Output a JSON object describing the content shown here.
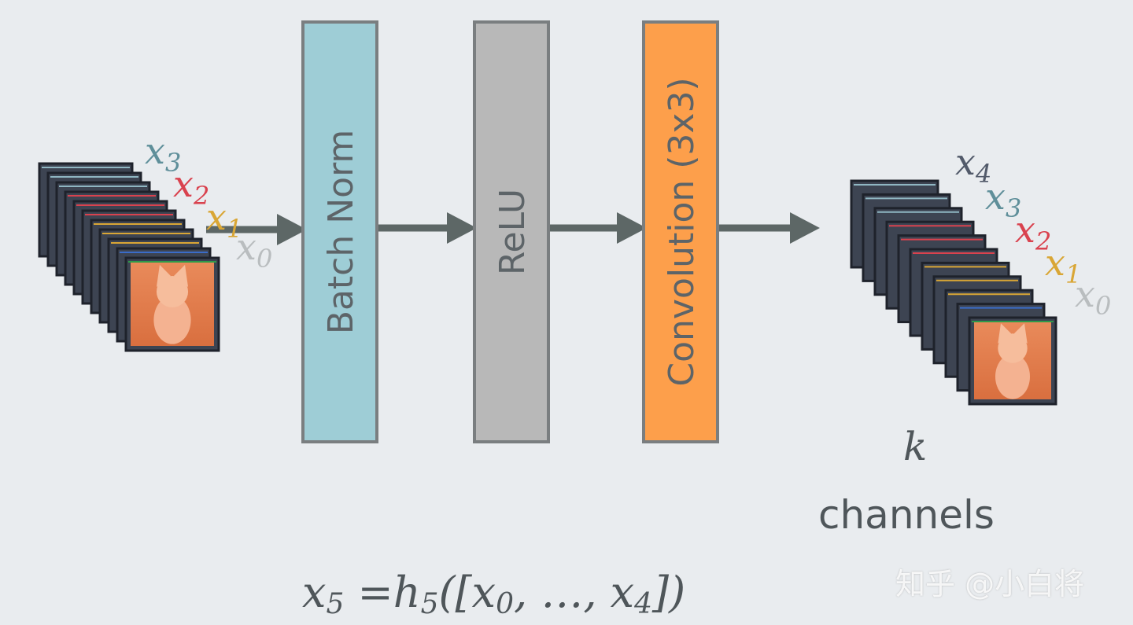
{
  "blocks": [
    {
      "label": "Batch Norm",
      "color": "#9ecdd6"
    },
    {
      "label": "ReLU",
      "color": "#b8b8b8"
    },
    {
      "label": "Convolution (3x3)",
      "color": "#fd9f4b"
    }
  ],
  "input_stack": {
    "labels": [
      {
        "base": "x",
        "sub": "3",
        "color": "#5f8f9a"
      },
      {
        "base": "x",
        "sub": "2",
        "color": "#d9424e"
      },
      {
        "base": "x",
        "sub": "1",
        "color": "#d9a635"
      },
      {
        "base": "x",
        "sub": "0",
        "color": "#b9bdbf"
      }
    ]
  },
  "output_stack": {
    "labels": [
      {
        "base": "x",
        "sub": "4",
        "color": "#525a6a"
      },
      {
        "base": "x",
        "sub": "3",
        "color": "#5f8f9a"
      },
      {
        "base": "x",
        "sub": "2",
        "color": "#d9424e"
      },
      {
        "base": "x",
        "sub": "1",
        "color": "#d9a635"
      },
      {
        "base": "x",
        "sub": "0",
        "color": "#b9bdbf"
      }
    ]
  },
  "k_label": "k",
  "channels_label": "channels",
  "formula": {
    "lhs_base": "x",
    "lhs_sub": "5",
    "eq": " =",
    "h_base": "h",
    "h_sub": "5",
    "open": "([",
    "a_base": "x",
    "a_sub": "0",
    "mid": ", …, ",
    "b_base": "x",
    "b_sub": "4",
    "close": "])"
  },
  "watermark": "知乎 @小白将",
  "colors": {
    "arrow": "#5d6766",
    "box_border": "#7a7e80",
    "layer_fill": "#3d4452",
    "layer_border": "#1e222b"
  }
}
